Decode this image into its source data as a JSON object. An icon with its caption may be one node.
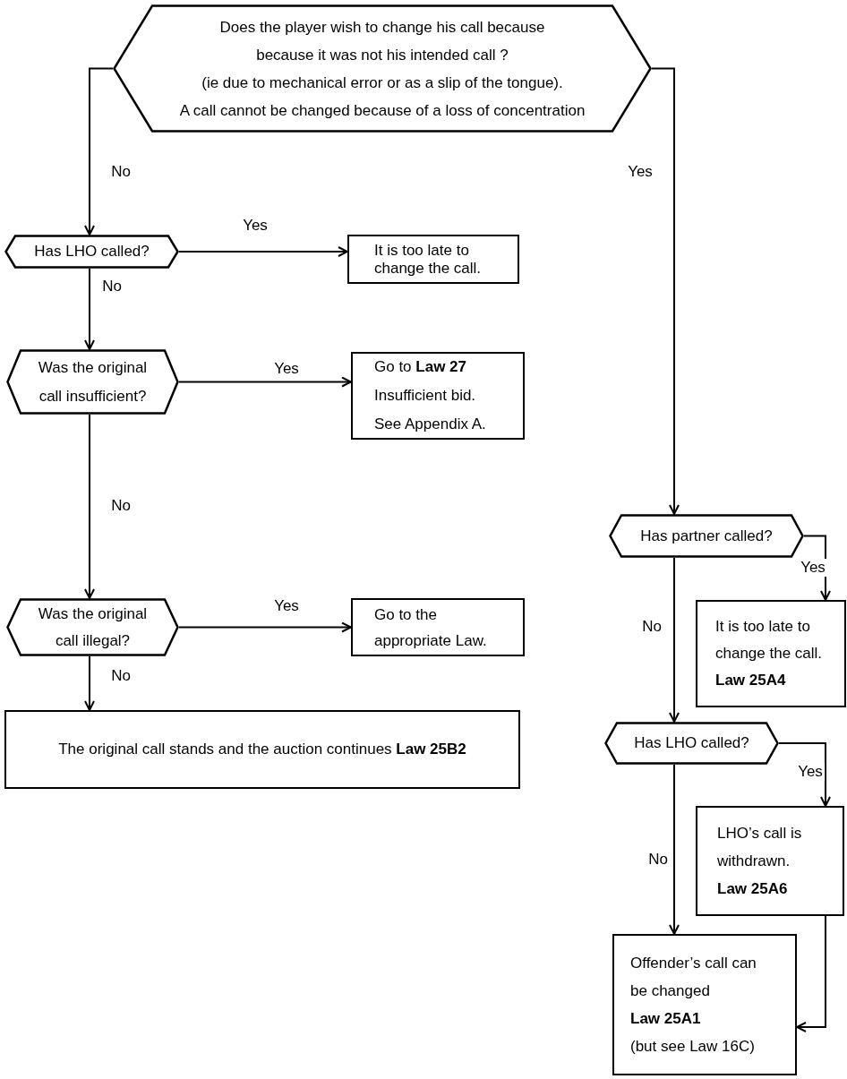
{
  "diagram": {
    "nodes": [
      {
        "text": [
          "Does the player wish to change his call because because it was not his intended call ?",
          "(ie due to mechanical error or as a slip of the tongue).",
          "A call cannot be changed because of a loss of concentration"
        ]
      },
      {
        "text": [
          "Has LHO called?"
        ]
      },
      {
        "text": [
          "It is too late to change the call."
        ]
      },
      {
        "text": [
          "Was the original call insufficient?"
        ]
      },
      {
        "text": [
          "Go to **Law 27**",
          "Insufficient bid.",
          "See Appendix A."
        ]
      },
      {
        "text": [
          "Was the original call illegal?"
        ]
      },
      {
        "text": [
          "Go to the appropriate Law."
        ]
      },
      {
        "text": [
          "The original call stands and the auction continues **Law 25B2**"
        ]
      },
      {
        "text": [
          "Has partner called?"
        ]
      },
      {
        "text": [
          "It is too late to change the call.",
          "**Law 25A4**"
        ]
      },
      {
        "text": [
          "Has LHO called?"
        ]
      },
      {
        "text": [
          "LHO’s call is withdrawn.",
          "**Law 25A6**"
        ]
      },
      {
        "text": [
          "Offender’s call can be changed",
          "**Law 25A1**",
          "(but see Law 16C)"
        ]
      }
    ],
    "edges": [
      {
        "from": 0,
        "to": 1,
        "arrow": "to",
        "label": "No"
      },
      {
        "from": 0,
        "to": 8,
        "arrow": "to",
        "label": "Yes"
      },
      {
        "from": 1,
        "to": 2,
        "arrow": "to",
        "label": "Yes"
      },
      {
        "from": 1,
        "to": 3,
        "arrow": "to",
        "label": "No"
      },
      {
        "from": 3,
        "to": 4,
        "arrow": "to",
        "label": "Yes"
      },
      {
        "from": 3,
        "to": 5,
        "arrow": "to",
        "label": "No"
      },
      {
        "from": 5,
        "to": 6,
        "arrow": "to",
        "label": "Yes"
      },
      {
        "from": 5,
        "to": 7,
        "arrow": "to",
        "label": "No"
      },
      {
        "from": 8,
        "to": 9,
        "arrow": "to",
        "label": "Yes"
      },
      {
        "from": 8,
        "to": 10,
        "arrow": "to",
        "label": "No"
      },
      {
        "from": 10,
        "to": 11,
        "arrow": "to",
        "label": "Yes"
      },
      {
        "from": 10,
        "to": 12,
        "arrow": "to",
        "label": "No"
      },
      {
        "from": 11,
        "to": 12,
        "arrow": "to"
      }
    ]
  }
}
